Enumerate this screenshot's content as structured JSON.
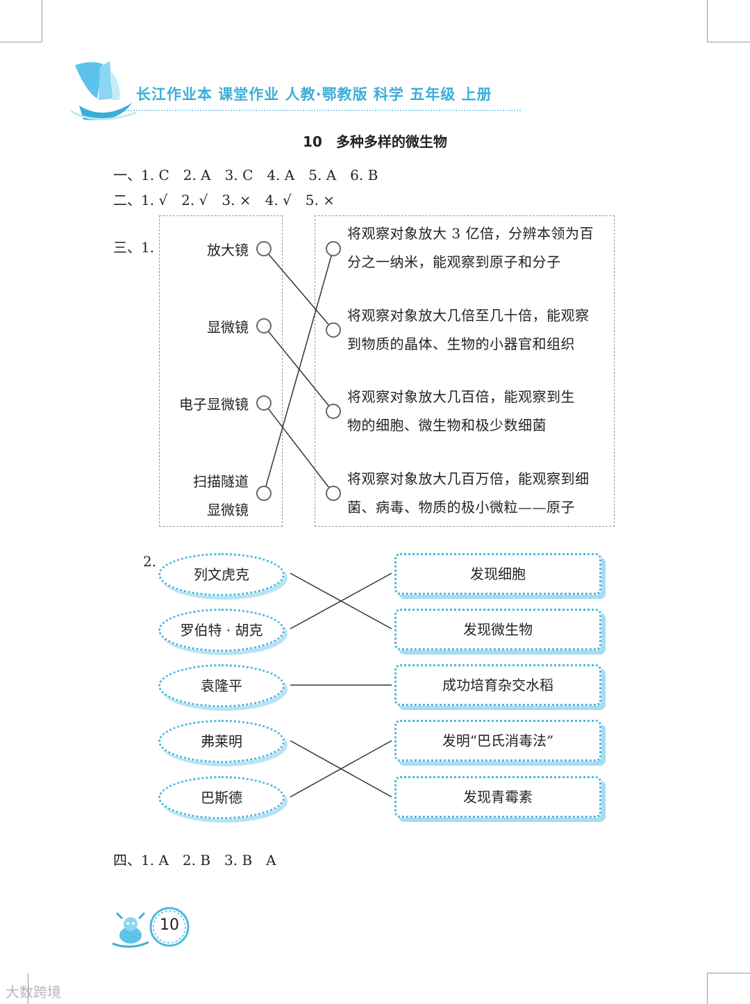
{
  "header": {
    "series": "长江作业本  课堂作业  人教·鄂教版  科学  五年级  上册"
  },
  "title": "10　多种多样的微生物",
  "answers": {
    "part1": "一、1. C　2. A　3. C　4. A　5. A　6. B",
    "part2": "二、1. √　2. √　3. ×　4. √　5. ×",
    "part3_label": "三、1.",
    "part4": "四、1. A　2. B　3. B　A"
  },
  "matching1": {
    "left": [
      "放大镜",
      "显微镜",
      "电子显微镜",
      "扫描隧道",
      "显微镜"
    ],
    "right": [
      [
        "将观察对象放大 3 亿倍，分辨本领为百",
        "分之一纳米，能观察到原子和分子"
      ],
      [
        "将观察对象放大几倍至几十倍，能观察",
        "到物质的晶体、生物的小器官和组织"
      ],
      [
        "将观察对象放大几百倍，能观察到生",
        "物的细胞、微生物和极少数细菌"
      ],
      [
        "将观察对象放大几百万倍，能观察到细",
        "菌、病毒、物质的极小微粒——原子"
      ]
    ],
    "links": [
      [
        0,
        1
      ],
      [
        1,
        2
      ],
      [
        2,
        3
      ],
      [
        3,
        0
      ]
    ]
  },
  "matching2": {
    "label": "2.",
    "people": [
      "列文虎克",
      "罗伯特 · 胡克",
      "袁隆平",
      "弗莱明",
      "巴斯德"
    ],
    "achievements": [
      "发现细胞",
      "发现微生物",
      "成功培育杂交水稻",
      "发明“巴氏消毒法”",
      "发现青霉素"
    ],
    "links": [
      [
        0,
        1
      ],
      [
        1,
        0
      ],
      [
        2,
        2
      ],
      [
        3,
        4
      ],
      [
        4,
        3
      ]
    ]
  },
  "page_number": "10",
  "watermark": "大数跨境",
  "colors": {
    "accent": "#3aaed8",
    "light_accent": "#a8dcf2"
  }
}
